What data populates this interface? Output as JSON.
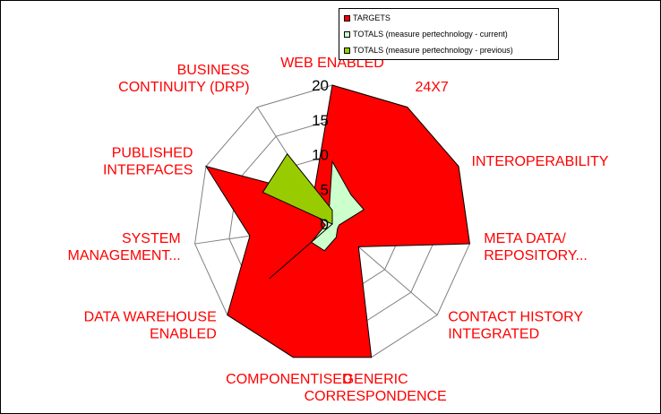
{
  "chart_data": {
    "type": "radar",
    "categories": [
      [
        "WEB ENABLED"
      ],
      [
        "24X7"
      ],
      [
        "INTEROPERABILITY"
      ],
      [
        "META DATA/",
        "REPOSITORY..."
      ],
      [
        "CONTACT HISTORY",
        "INTEGRATED"
      ],
      [
        "GENERIC",
        "CORRESPONDENCE"
      ],
      [
        "COMPONENTISED"
      ],
      [
        "DATA WAREHOUSE",
        "ENABLED"
      ],
      [
        "SYSTEM",
        "MANAGEMENT..."
      ],
      [
        "PUBLISHED",
        "INTERFACES"
      ],
      [
        "BUSINESS",
        "CONTINUITY (DRP)"
      ]
    ],
    "series": [
      {
        "name": "TARGETS",
        "color": "#ff0000",
        "values": [
          20,
          20,
          20,
          20,
          5,
          20,
          20,
          20,
          12,
          20,
          5
        ]
      },
      {
        "name": "TOTALS (measure pertechnology - current)",
        "color": "#ccffcc",
        "values": [
          9,
          5,
          5,
          1,
          1,
          2,
          4,
          4,
          1,
          2,
          1
        ]
      },
      {
        "name": "TOTALS (measure pertechnology - previous)",
        "color": "#99cc00",
        "values": [
          2,
          0,
          0,
          0,
          0,
          0,
          0,
          12,
          0,
          11,
          12
        ]
      }
    ],
    "axis_ticks": [
      "0",
      "5",
      "10",
      "15",
      "20"
    ],
    "rmax": 20,
    "grid": true,
    "legend_position": "top-right"
  }
}
